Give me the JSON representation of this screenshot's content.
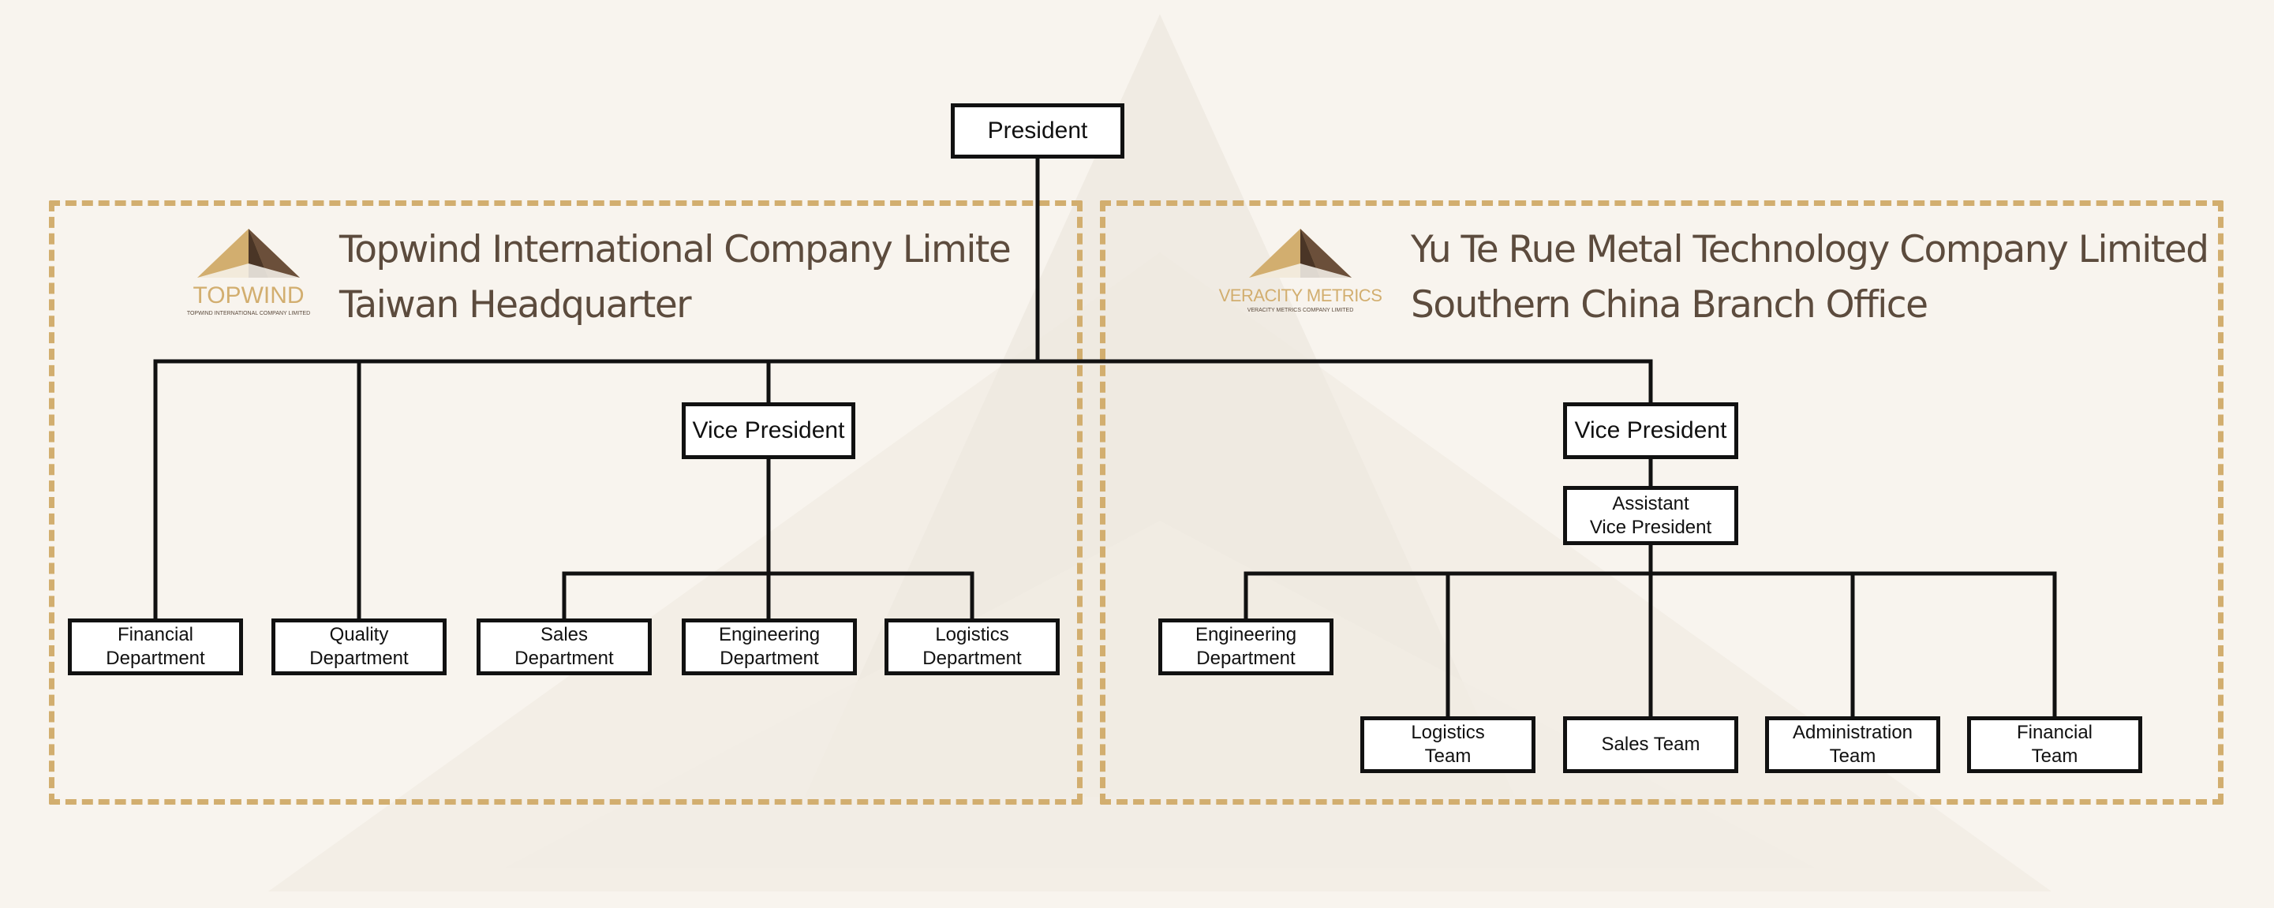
{
  "colors": {
    "background": "#f8f4ee",
    "dashed_border": "#d2ae6f",
    "connector": "#111111",
    "title_text": "#5c4b3d",
    "watermark": "#ebe5dc"
  },
  "root": {
    "label": "President"
  },
  "left_region": {
    "logo": {
      "icon": "mountain-logo-icon",
      "wordmark": "TOPWIND",
      "tagline": "TOPWIND INTERNATIONAL COMPANY LIMITED"
    },
    "title_line1": "Topwind International Company Limite",
    "title_line2": "Taiwan Headquarter",
    "vice_president": "Vice President",
    "financial_dept": [
      "Financial",
      "Department"
    ],
    "quality_dept": [
      "Quality",
      "Department"
    ],
    "sales_dept": [
      "Sales",
      "Department"
    ],
    "engineering_dept": [
      "Engineering",
      "Department"
    ],
    "logistics_dept": [
      "Logistics",
      "Department"
    ]
  },
  "right_region": {
    "logo": {
      "icon": "mountain-logo-icon",
      "wordmark": "VERACITY METRICS",
      "tagline": "VERACITY METRICS COMPANY LIMITED"
    },
    "title_line1": "Yu Te Rue Metal Technology Company Limited",
    "title_line2": "Southern China Branch Office",
    "vice_president": "Vice President",
    "assistant_vp": [
      "Assistant",
      "Vice President"
    ],
    "engineering_dept": [
      "Engineering",
      "Department"
    ],
    "logistics_team": [
      "Logistics",
      "Team"
    ],
    "sales_team": "Sales Team",
    "administration_team": [
      "Administration",
      "Team"
    ],
    "financial_team": [
      "Financial",
      "Team"
    ]
  }
}
